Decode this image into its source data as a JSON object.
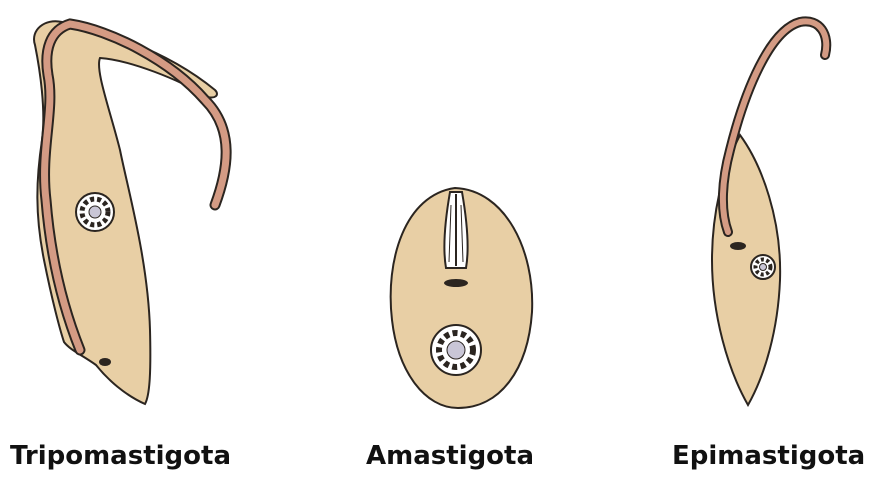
{
  "labels": {
    "tripomastigota": "Tripomastigota",
    "amastigota": "Amastigota",
    "epimastigota": "Epimastigota"
  },
  "colors": {
    "cytoplasm": "#e8cfa5",
    "flagellum": "#d49b84",
    "outline": "#2b2520",
    "nucleus_fill": "#ffffff",
    "nucleolus": "#c9c6d6"
  }
}
